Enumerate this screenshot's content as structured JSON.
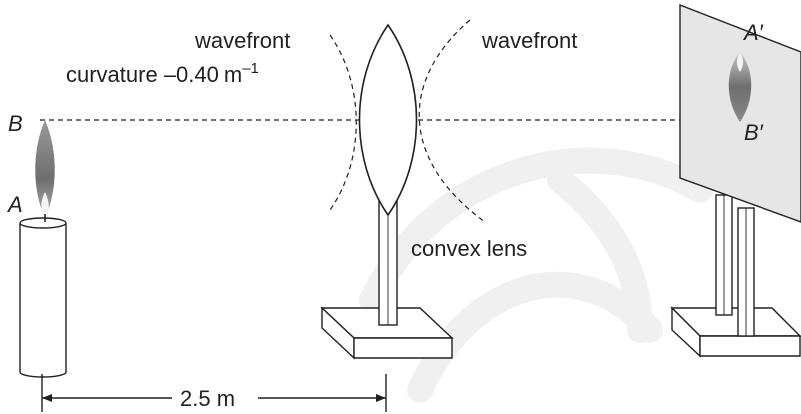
{
  "labels": {
    "wavefront_left": "wavefront",
    "curvature_prefix": "curvature –0.40",
    "curvature_unit": "m",
    "curvature_exp": "–1",
    "wavefront_right": "wavefront",
    "point_b": "B",
    "point_a": "A",
    "image_a": "A′",
    "image_b": "B′",
    "lens": "convex lens",
    "distance": "2.5 m"
  },
  "colors": {
    "ink": "#231f20",
    "gray_fill": "#e6e6e6",
    "watermark": "#f0f0f0"
  }
}
